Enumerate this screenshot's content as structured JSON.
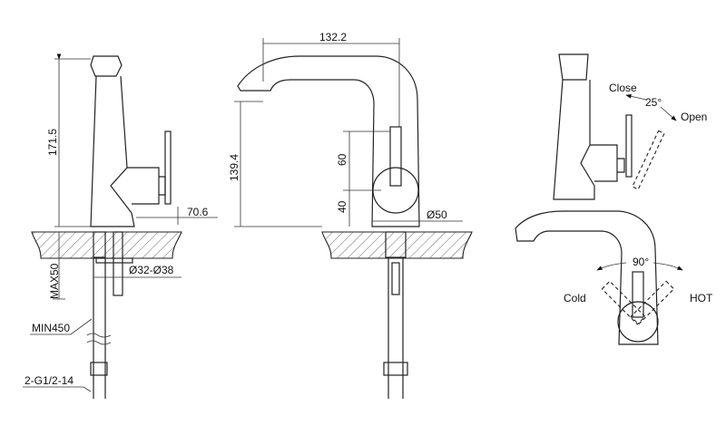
{
  "side_view": {
    "height_label": "171.5",
    "handle_offset_label": "70.6",
    "max_thickness_label": "MAX50",
    "hole_diameter_label": "Ø32-Ø38",
    "hose_length_label": "MIN450",
    "thread_label": "2-G1/2-14"
  },
  "front_view": {
    "reach_label": "132.2",
    "spout_height_label": "139.4",
    "upper_dim_label": "60",
    "lower_dim_label": "40",
    "base_diameter_label": "Ø50"
  },
  "operation_side": {
    "close_label": "Close",
    "angle_label": "25°",
    "open_label": "Open"
  },
  "operation_front": {
    "angle_label": "90°",
    "cold_label": "Cold",
    "hot_label": "HOT"
  }
}
